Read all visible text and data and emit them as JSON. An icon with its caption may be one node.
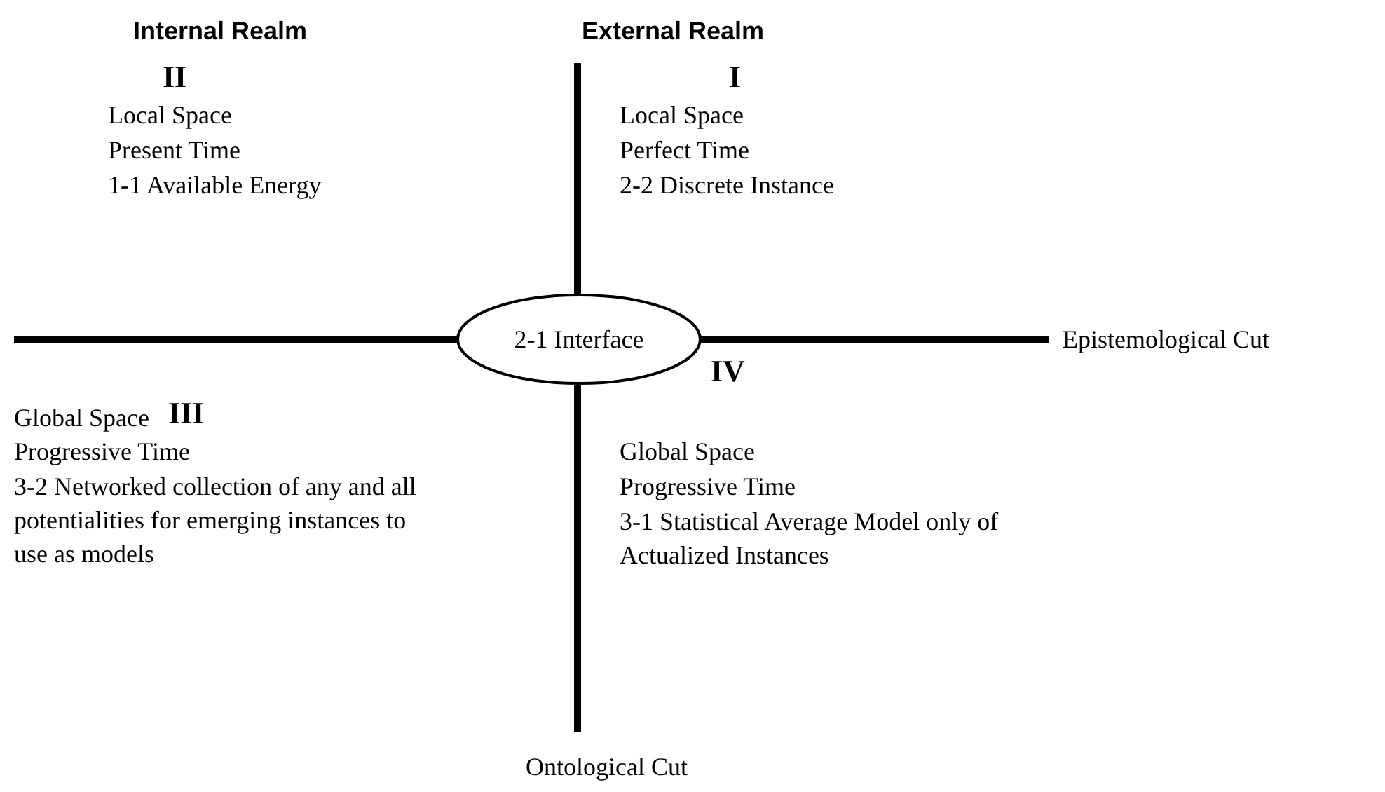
{
  "diagram": {
    "nodes": [
      {
        "text": [
          "2-1 Interface"
        ]
      }
    ],
    "edges": [],
    "labels": [
      "Internal Realm",
      "External Realm",
      "II",
      "Local Space",
      "Present Time",
      "1-1 Available Energy",
      "I",
      "Local Space",
      "Perfect Time",
      "2-2 Discrete Instance",
      "Epistemological Cut",
      "IV",
      "Global Space",
      "III",
      "Progressive Time",
      "3-2 Networked collection of any and all potentialities for emerging instances to use as models",
      "Global Space",
      "Progressive Time",
      "3-1 Statistical Average Model only of Actualized Instances",
      "Ontological Cut"
    ]
  }
}
